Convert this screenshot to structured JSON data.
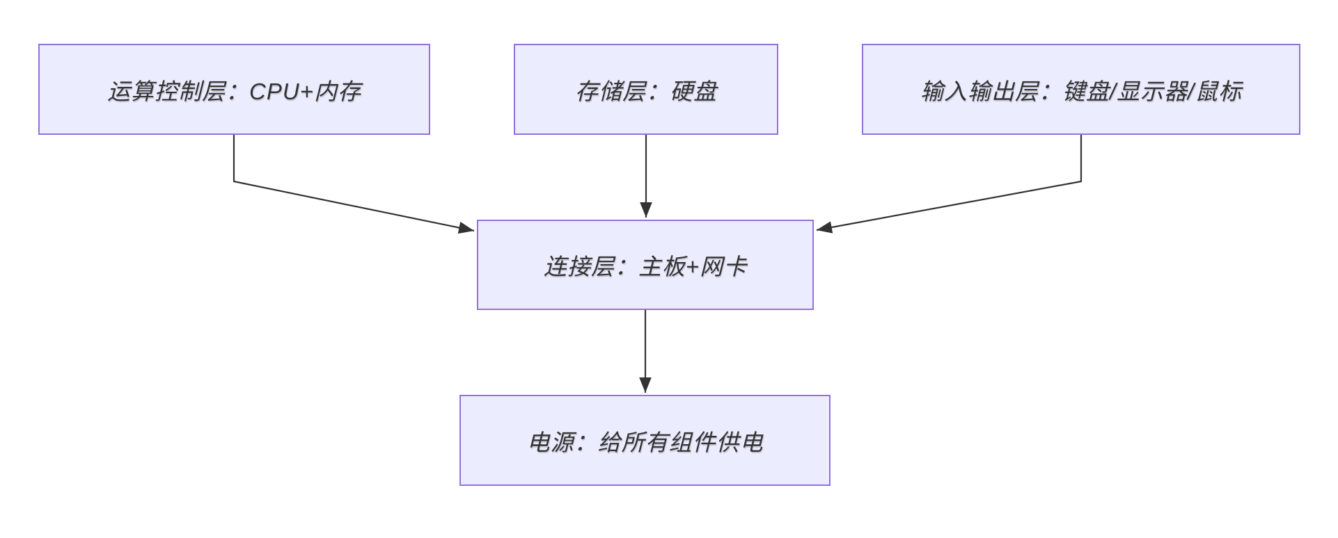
{
  "diagram": {
    "type": "flowchart",
    "direction": "top-down",
    "colors": {
      "background": "#ffffff",
      "node_fill": "#ECECFF",
      "node_border": "#9370DB",
      "node_text": "#333333",
      "arrow": "#333333"
    },
    "nodes": [
      {
        "id": "compute",
        "label": "运算控制层：CPU+内存"
      },
      {
        "id": "storage",
        "label": "存储层：硬盘"
      },
      {
        "id": "io",
        "label": "输入输出层：键盘/显示器/鼠标"
      },
      {
        "id": "connect",
        "label": "连接层：主板+网卡"
      },
      {
        "id": "power",
        "label": "电源：给所有组件供电"
      }
    ],
    "edges": [
      {
        "from": "compute",
        "to": "connect"
      },
      {
        "from": "storage",
        "to": "connect"
      },
      {
        "from": "io",
        "to": "connect"
      },
      {
        "from": "connect",
        "to": "power"
      }
    ]
  }
}
